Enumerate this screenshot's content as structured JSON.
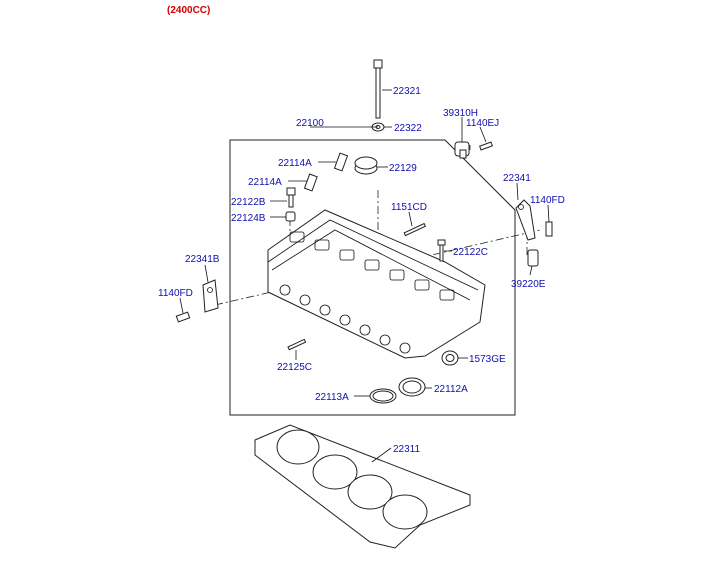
{
  "header": {
    "engine_variant": "(2400CC)"
  },
  "colors": {
    "label": "#1010b0",
    "variant_tag": "#d40000",
    "lines": "#222222"
  },
  "parts": [
    {
      "id": "p22321",
      "number": "22321"
    },
    {
      "id": "p22322",
      "number": "22322"
    },
    {
      "id": "p39310H",
      "number": "39310H"
    },
    {
      "id": "p1140EJ",
      "number": "1140EJ"
    },
    {
      "id": "p22100",
      "number": "22100"
    },
    {
      "id": "p22114A_1",
      "number": "22114A"
    },
    {
      "id": "p22129",
      "number": "22129"
    },
    {
      "id": "p22114A_2",
      "number": "22114A"
    },
    {
      "id": "p22341",
      "number": "22341"
    },
    {
      "id": "p22122B",
      "number": "22122B"
    },
    {
      "id": "p1140FD_r",
      "number": "1140FD"
    },
    {
      "id": "p1151CD",
      "number": "1151CD"
    },
    {
      "id": "p22124B",
      "number": "22124B"
    },
    {
      "id": "p22122C",
      "number": "22122C"
    },
    {
      "id": "p22341B",
      "number": "22341B"
    },
    {
      "id": "p39220E",
      "number": "39220E"
    },
    {
      "id": "p1140FD_l",
      "number": "1140FD"
    },
    {
      "id": "p1573GE",
      "number": "1573GE"
    },
    {
      "id": "p22125C",
      "number": "22125C"
    },
    {
      "id": "p22112A",
      "number": "22112A"
    },
    {
      "id": "p22113A",
      "number": "22113A"
    },
    {
      "id": "p22311",
      "number": "22311"
    }
  ]
}
